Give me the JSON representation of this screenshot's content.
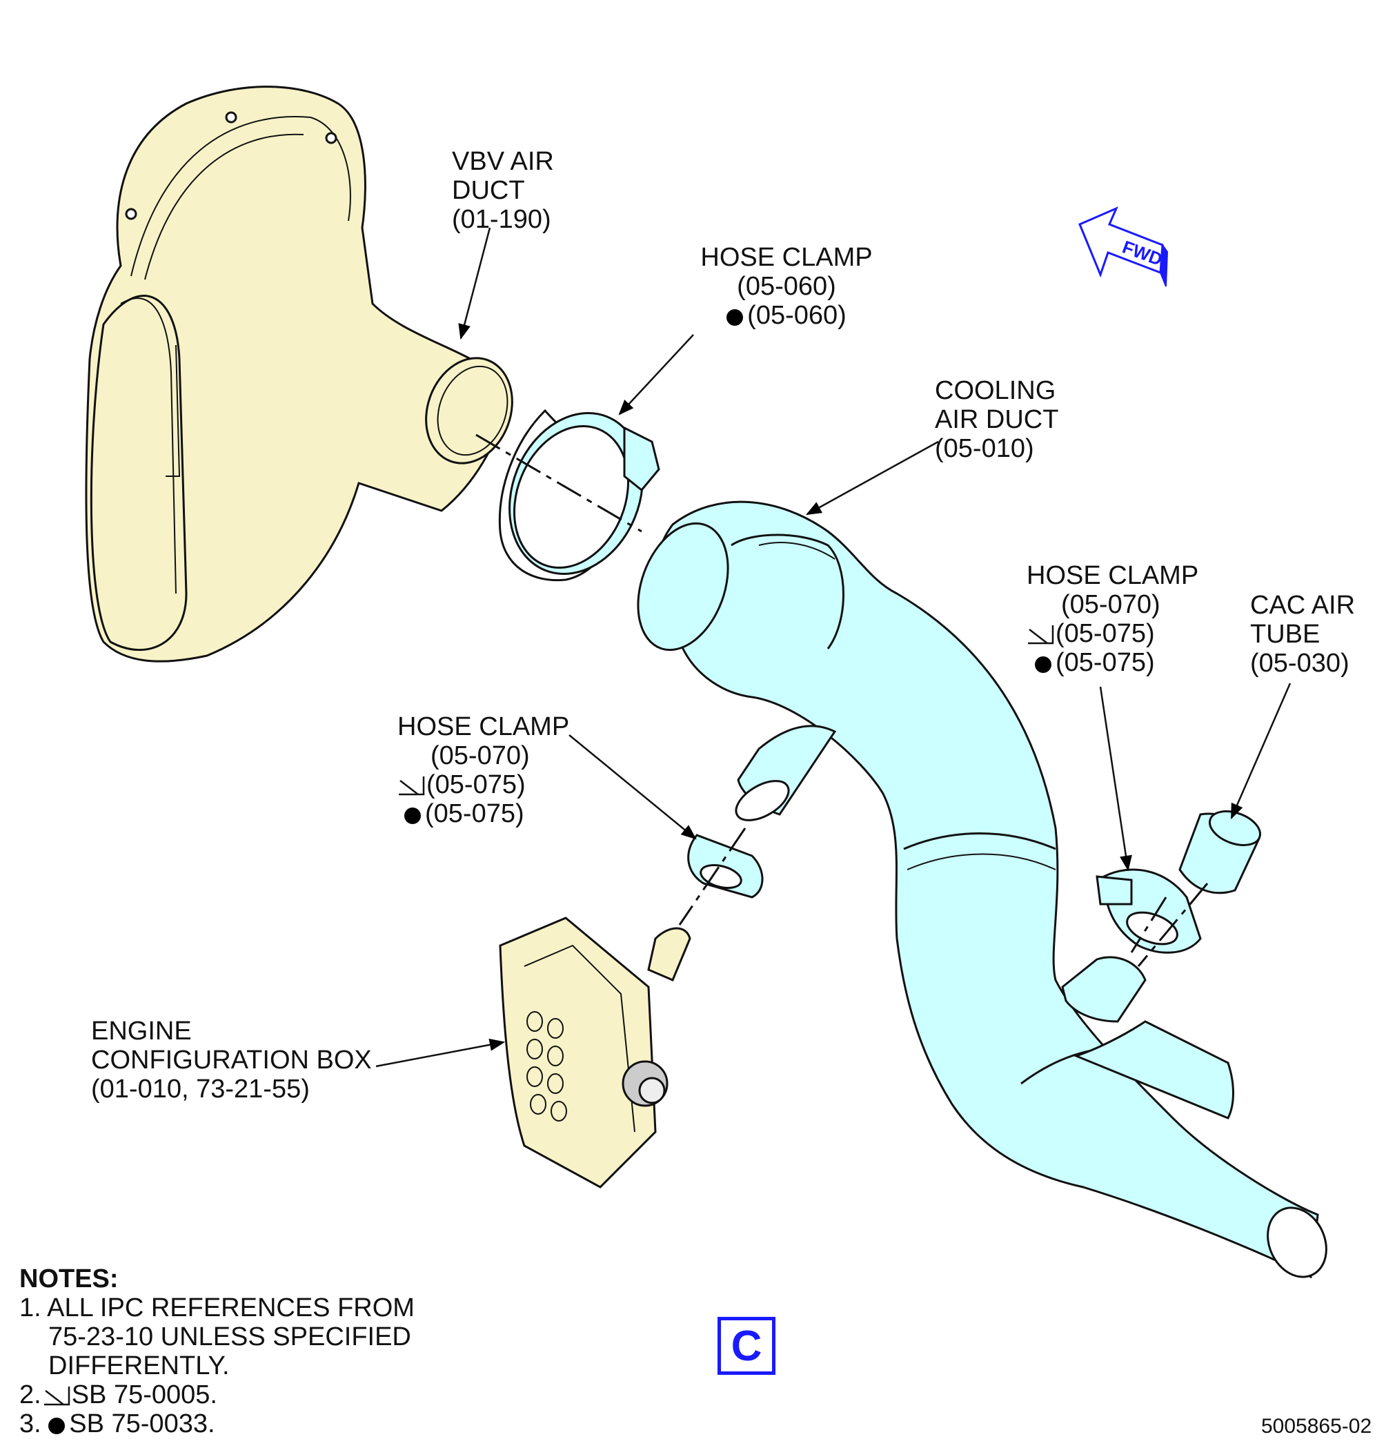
{
  "labels": {
    "vbv_air_duct": {
      "lines": [
        "VBV AIR",
        "DUCT",
        "(01-190)"
      ]
    },
    "hose_clamp_top": {
      "lines": [
        "HOSE CLAMP",
        "(05-060)"
      ],
      "dot_ref": "(05-060)"
    },
    "cooling_air_duct": {
      "lines": [
        "COOLING",
        "AIR DUCT",
        "(05-010)"
      ]
    },
    "hose_clamp_right": {
      "lines": [
        "HOSE CLAMP",
        "(05-070)"
      ],
      "tri_ref": "(05-075)",
      "dot_ref": "(05-075)"
    },
    "cac_air_tube": {
      "lines": [
        "CAC AIR",
        "TUBE",
        "(05-030)"
      ]
    },
    "hose_clamp_left": {
      "lines": [
        "HOSE CLAMP",
        "(05-070)"
      ],
      "tri_ref": "(05-075)",
      "dot_ref": "(05-075)"
    },
    "engine_config_box": {
      "lines": [
        "ENGINE",
        "CONFIGURATION BOX",
        "(01-010, 73-21-55)"
      ]
    }
  },
  "fwd_arrow": {
    "label": "FWD"
  },
  "notes": {
    "title": "NOTES:",
    "n1_a": "1. ALL IPC REFERENCES FROM",
    "n1_b": "75-23-10 UNLESS SPECIFIED",
    "n1_c": "DIFFERENTLY.",
    "n2_num": "2.",
    "n2_text": "SB 75-0005.",
    "n3_num": "3.",
    "n3_text": "SB 75-0033."
  },
  "view_label": "C",
  "figure_number": "5005865-02",
  "colors": {
    "yellow_part": "#f8f2c8",
    "cyan_part": "#ccffff",
    "accent_blue": "#1a1aff"
  }
}
